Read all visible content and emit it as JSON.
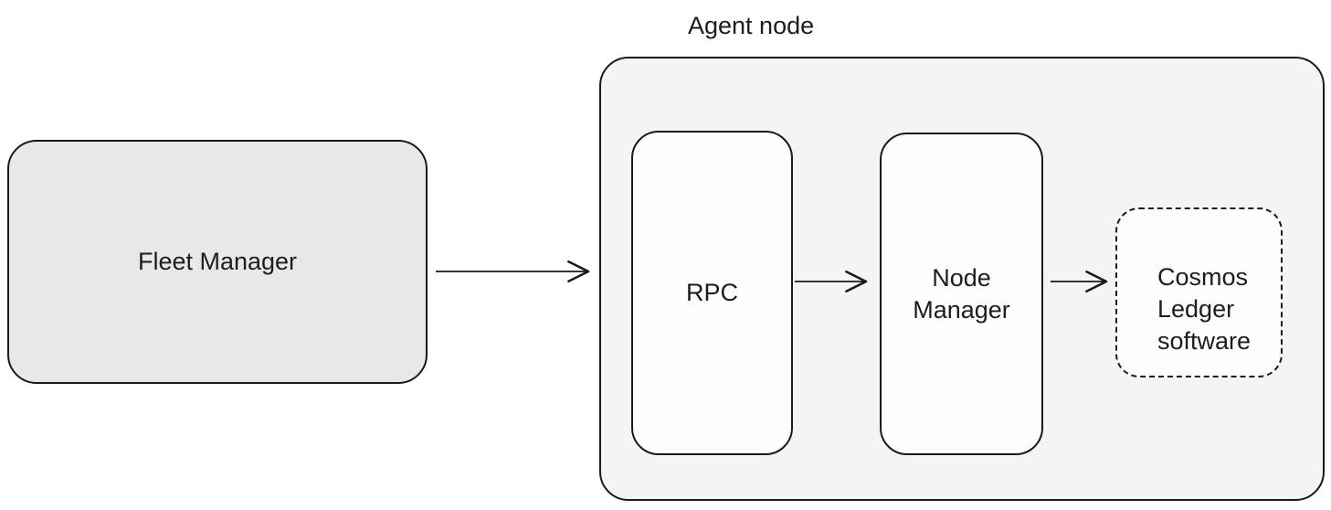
{
  "diagram": {
    "nodes": [
      {
        "id": "fleet-manager",
        "label": "Fleet Manager",
        "fill": "#e8e8e8",
        "border": "solid"
      },
      {
        "id": "agent-node",
        "label": "Agent node",
        "fill": "#f4f4f4",
        "border": "solid"
      },
      {
        "id": "rpc",
        "label": "RPC",
        "fill": "#fdfdfd",
        "border": "solid"
      },
      {
        "id": "node-manager",
        "label": "Node Manager",
        "fill": "#fdfdfd",
        "border": "solid"
      },
      {
        "id": "cosmos-ledger",
        "label": "Cosmos Ledger software",
        "fill": "#fdfdfd",
        "border": "dashed"
      }
    ],
    "edges": [
      {
        "from": "fleet-manager",
        "to": "agent-node"
      },
      {
        "from": "rpc",
        "to": "node-manager"
      },
      {
        "from": "node-manager",
        "to": "cosmos-ledger"
      }
    ],
    "colors": {
      "canvas_bg": "#ffffff",
      "stroke": "#1a1a1a",
      "text": "#1d1d1d",
      "fleet_manager_fill": "#e8e8e8",
      "agent_container_fill": "#f4f4f4",
      "inner_box_fill": "#fdfdfd"
    }
  }
}
